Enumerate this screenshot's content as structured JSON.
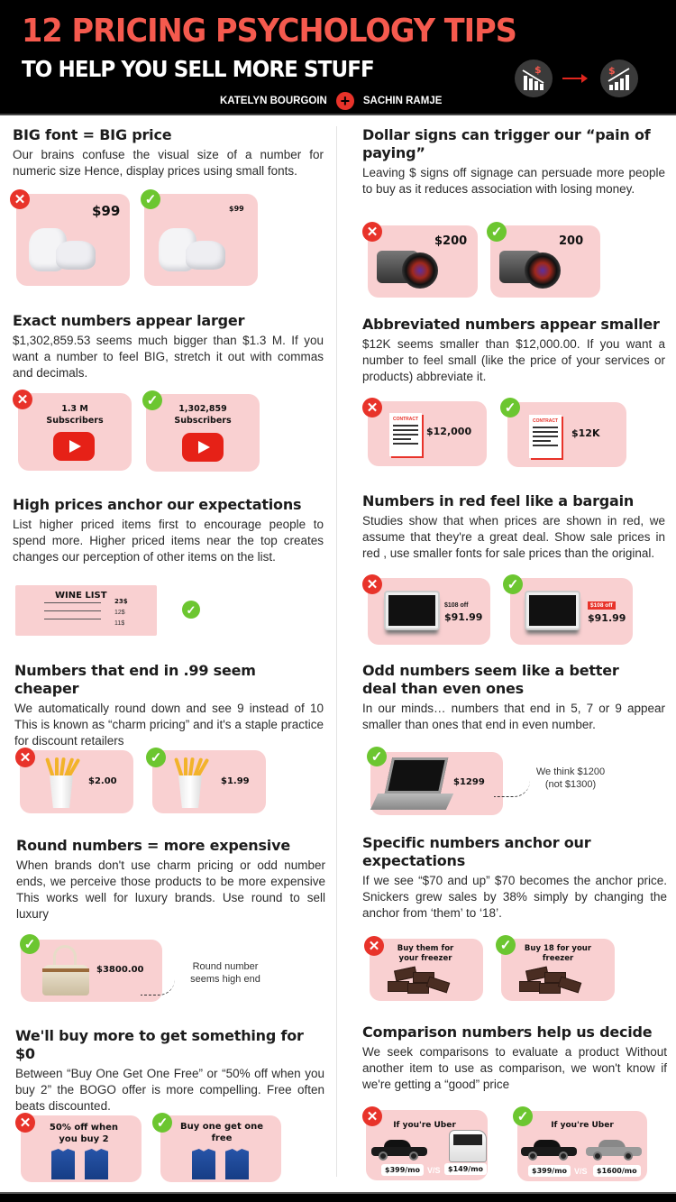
{
  "header": {
    "title": "12 PRICING PSYCHOLOGY TIPS",
    "subtitle": "TO HELP YOU SELL MORE STUFF",
    "author_1": "KATELYN BOURGOIN",
    "plus": "+",
    "author_2": "SACHIN RAMJE",
    "icons": [
      "chart-down-dollar-icon",
      "arrow-right-icon",
      "chart-up-dollar-icon"
    ],
    "dollar": "$"
  },
  "colors": {
    "title_red": "#f55a4e",
    "card_pink": "#f9d0d1",
    "bad_red": "#e8332a",
    "good_green": "#6cc630",
    "header_bg": "#000000"
  },
  "badges": {
    "bad": "✕",
    "good": "✓"
  },
  "tips": [
    {
      "title": "BIG font = BIG price",
      "body": "Our brains confuse the visual size of a number for numeric size Hence, display prices using small fonts.",
      "bad": {
        "price": "$99"
      },
      "good": {
        "price": "$99"
      }
    },
    {
      "title": "Dollar signs can trigger our “pain of paying”",
      "body": "Leaving $ signs off signage can persuade more people to buy as it reduces association with losing money.",
      "bad": {
        "price": "$200"
      },
      "good": {
        "price": "200"
      }
    },
    {
      "title": "Exact numbers appear larger",
      "body": "$1,302,859.53 seems much bigger than $1.3 M. If you want a number to feel BIG, stretch it out with commas and decimals.",
      "bad": {
        "count": "1.3 M",
        "label": "Subscribers"
      },
      "good": {
        "count": "1,302,859",
        "label": "Subscribers"
      }
    },
    {
      "title": "Abbreviated numbers appear smaller",
      "body": "$12K seems smaller than $12,000.00. If you want a number to feel small (like the price of your services or products) abbreviate it.",
      "doc_label": "CONTRACT",
      "bad": {
        "price": "$12,000"
      },
      "good": {
        "price": "$12K"
      }
    },
    {
      "title": "High prices anchor our expectations",
      "body": "List higher priced items first to encourage people to spend more. Higher priced items near the top creates changes our perception of other items on the list.",
      "wine_list": {
        "heading": "WINE LIST",
        "prices": [
          "23$",
          "12$",
          "11$"
        ]
      }
    },
    {
      "title": "Numbers in red feel like a bargain",
      "body": "Studies show that when prices are shown in red, we assume that they're a great deal. Show sale prices in red , use smaller fonts for sale prices than the original.",
      "bad": {
        "discount": "$108 off",
        "price": "$91.99"
      },
      "good": {
        "discount": "$108 off",
        "price": "$91.99"
      }
    },
    {
      "title": "Numbers that end in .99 seem cheaper",
      "body": "We automatically round down and see 9 instead of 10 This is known as “charm pricing” and it's a staple practice for discount retailers",
      "bad": {
        "price": "$2.00"
      },
      "good": {
        "price": "$1.99"
      }
    },
    {
      "title": "Odd numbers seem like a better deal than even ones",
      "body": "In our minds… numbers that end in 5, 7 or 9 appear smaller than ones that end in even number.",
      "good": {
        "price": "$1299"
      },
      "note": "We think $1200 (not $1300)"
    },
    {
      "title": "Round numbers = more expensive",
      "body": "When brands don't use charm pricing or odd number ends, we perceive those products to be more expensive This works well for luxury brands. Use round to sell luxury",
      "good": {
        "price": "$3800.00"
      },
      "note": "Round number seems high end"
    },
    {
      "title": "Specific numbers anchor our expectations",
      "body": "If we see “$70 and up” $70 becomes the anchor price. Snickers grew sales by 38% simply by changing the anchor from ‘them’ to ‘18’.",
      "bad": {
        "label": "Buy them for your freezer"
      },
      "good": {
        "label": "Buy 18 for your freezer"
      }
    },
    {
      "title": "We'll buy more to get something for $0",
      "body": "Between “Buy One Get One Free” or “50% off when you buy 2” the BOGO offer is more compelling. Free often beats discounted.",
      "bad": {
        "label": "50% off when you buy 2"
      },
      "good": {
        "label": "Buy one get one free"
      }
    },
    {
      "title": "Comparison numbers help us decide",
      "body": "We seek comparisons to evaluate a product Without another item to use as comparison, we won't know if we're getting a “good” price",
      "vs": "V/S",
      "bad": {
        "label": "If you're Uber",
        "price_a": "$399/mo",
        "price_b": "$149/mo"
      },
      "good": {
        "label": "If you're Uber",
        "price_a": "$399/mo",
        "price_b": "$1600/mo"
      }
    }
  ]
}
